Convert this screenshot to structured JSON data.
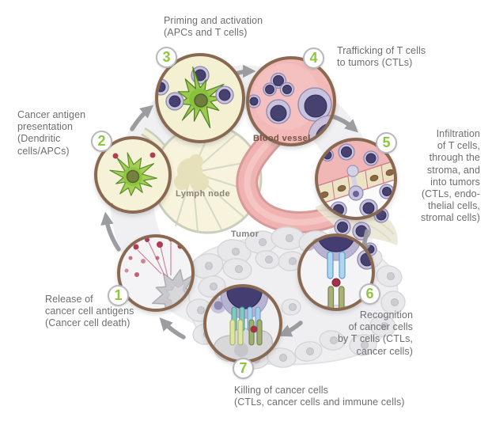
{
  "steps": [
    {
      "number": "1",
      "label": "Release of\ncancer cell antigens\n(Cancer cell death)"
    },
    {
      "number": "2",
      "label": "Cancer antigen\npresentation\n(Dendritic\ncells/APCs)"
    },
    {
      "number": "3",
      "label": "Priming and activation\n(APCs and T cells)"
    },
    {
      "number": "4",
      "label": "Trafficking of T cells\nto tumors (CTLs)"
    },
    {
      "number": "5",
      "label": "Infiltration\nof T cells,\nthrough the\nstroma, and\ninto tumors\n(CTLs, endo-\nthelial cells,\nstromal cells)"
    },
    {
      "number": "6",
      "label": "Recognition\nof cancer cells\nby T cells (CTLs,\ncancer cells)"
    },
    {
      "number": "7",
      "label": "Killing of cancer cells\n(CTLs, cancer cells and immune cells)"
    }
  ],
  "anatomy": {
    "blood_vessel": "Blood vessel",
    "lymph_node": "Lymph node",
    "tumor": "Tumor"
  },
  "colors": {
    "step_number_green": "#8dc63f",
    "label_gray": "#6d6e71",
    "circle_border_brown": "#8a6952",
    "arrow_gray": "#97989b",
    "blood_vessel_pink": "#efb3b1",
    "lymph_node_cream": "#f7f3da",
    "tumor_gray": "#e8e8ea",
    "antigen_red": "#b23b52",
    "t_cell_purple": "#474170",
    "dendritic_green": "#9cc94e"
  }
}
